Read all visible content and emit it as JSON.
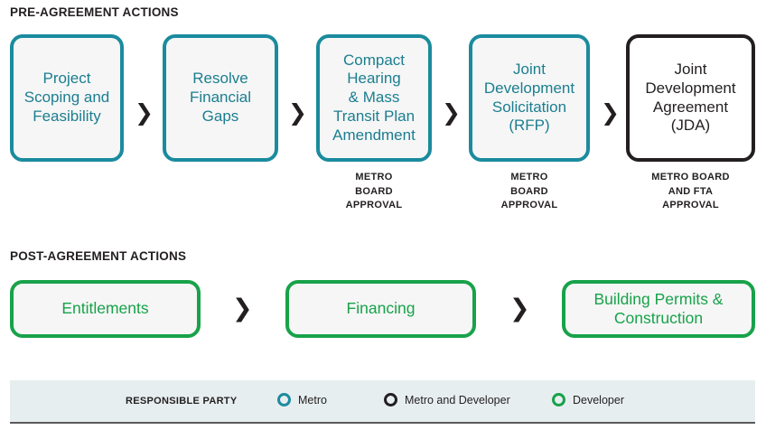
{
  "sections": {
    "pre": {
      "title": "PRE-AGREEMENT ACTIONS",
      "steps": [
        {
          "label": "Project\nScoping and\nFeasibility",
          "party": "metro",
          "approval": ""
        },
        {
          "label": "Resolve\nFinancial\nGaps",
          "party": "metro",
          "approval": ""
        },
        {
          "label": "Compact\nHearing\n& Mass\nTransit Plan\nAmendment",
          "party": "metro",
          "approval": "METRO\nBOARD\nAPPROVAL"
        },
        {
          "label": "Joint\nDevelopment\nSolicitation\n(RFP)",
          "party": "metro",
          "approval": "METRO\nBOARD\nAPPROVAL"
        },
        {
          "label": "Joint\nDevelopment\nAgreement\n(JDA)",
          "party": "metro-and-developer",
          "approval": "METRO BOARD\nAND FTA\nAPPROVAL"
        }
      ]
    },
    "post": {
      "title": "POST-AGREEMENT ACTIONS",
      "steps": [
        {
          "label": "Entitlements",
          "party": "developer",
          "approval": ""
        },
        {
          "label": "Financing",
          "party": "developer",
          "approval": ""
        },
        {
          "label": "Building Permits &\nConstruction",
          "party": "developer",
          "approval": ""
        }
      ]
    }
  },
  "separator": {
    "glyph": "❯"
  },
  "legend": {
    "title": "RESPONSIBLE PARTY",
    "items": [
      {
        "label": "Metro",
        "color": "#1b8b9e"
      },
      {
        "label": "Metro and Developer",
        "color": "#231f20"
      },
      {
        "label": "Developer",
        "color": "#18a24a"
      }
    ]
  },
  "colors": {
    "teal": "#1b8b9e",
    "teal_text": "#1b7e90",
    "green": "#18a24a",
    "dark": "#231f20",
    "box_fill": "#f6f6f6",
    "legend_bg": "#e7eef0"
  }
}
